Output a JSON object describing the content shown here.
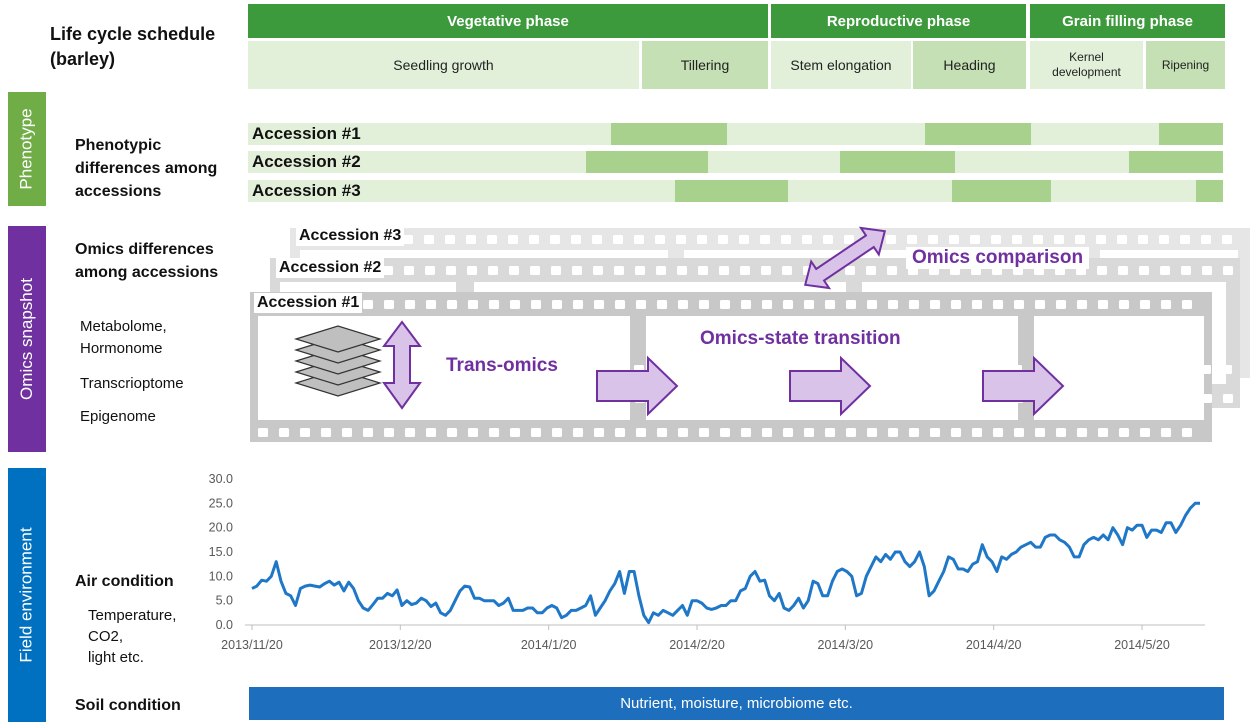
{
  "title": "Life cycle schedule\n(barley)",
  "phases": [
    {
      "label": "Vegetative phase"
    },
    {
      "label": "Reproductive phase"
    },
    {
      "label": "Grain filling phase"
    }
  ],
  "stages": [
    {
      "label": "Seedling growth"
    },
    {
      "label": "Tillering"
    },
    {
      "label": "Stem elongation"
    },
    {
      "label": "Heading"
    },
    {
      "label": "Kernel development"
    },
    {
      "label": "Ripening"
    }
  ],
  "sidebars": {
    "phenotype": "Phenotype",
    "omics": "Omics snapshot",
    "field": "Field environment"
  },
  "phenotype": {
    "label": "Phenotypic differences among accessions",
    "accessions": [
      "Accession #1",
      "Accession #2",
      "Accession #3"
    ]
  },
  "omics": {
    "label": "Omics differences among accessions",
    "layers": [
      "Metabolome, Hormonome",
      "Transcrioptome",
      "Epigenome"
    ],
    "accessions": [
      "Accession #3",
      "Accession #2",
      "Accession #1"
    ],
    "trans_omics": "Trans-omics",
    "state_transition": "Omics-state transition",
    "comparison": "Omics comparison"
  },
  "field": {
    "air_label": "Air condition",
    "air_detail": "Temperature,\nCO2,\nlight etc.",
    "soil_label": "Soil condition",
    "soil_detail": "Nutrient, moisture, microbiome etc."
  },
  "colors": {
    "phase_green": "#3c9a3c",
    "stage_light": "#e2f0d9",
    "stage_mid": "#c5e0b4",
    "accession_dark": "#a9d18e",
    "purple": "#7030a0",
    "blue": "#1d6fbd",
    "phenotype_side": "#70ad47",
    "omics_side": "#7030a0",
    "field_side": "#0070c0"
  },
  "chart_data": {
    "type": "line",
    "series": [
      {
        "values": [
          7.5,
          8,
          9.2,
          9,
          10,
          13,
          9,
          6.5,
          6,
          4,
          7.5,
          8,
          8.2,
          8,
          7.8,
          8.5,
          9,
          8.2,
          8.8,
          7,
          8.8,
          7.5,
          5,
          3.5,
          3,
          4.2,
          5.5,
          5.5,
          6.5,
          6,
          7.2,
          4,
          5,
          4.2,
          4.5,
          5.5,
          5,
          3.8,
          4.5,
          2.5,
          2,
          3,
          5,
          7,
          8,
          7.8,
          5.5,
          5.5,
          5,
          5,
          5,
          4,
          4.5,
          5.5,
          3,
          3,
          3,
          3.5,
          3.5,
          2.5,
          2.5,
          3.5,
          4,
          3.5,
          1.5,
          2,
          3,
          3,
          3.5,
          4,
          6,
          2,
          3.5,
          5,
          7,
          8.5,
          11,
          6.5,
          11,
          11,
          6,
          2,
          0.5,
          2.5,
          2,
          3,
          2.5,
          2,
          3,
          4,
          2,
          5,
          5,
          4.5,
          3.5,
          3.2,
          3.5,
          4,
          4,
          5,
          5,
          7,
          7.5,
          10,
          11,
          9,
          9.2,
          6,
          5,
          6.5,
          3.5,
          3,
          4,
          5.5,
          3.5,
          5,
          9,
          8.5,
          6,
          6,
          9,
          11,
          11.5,
          11,
          10,
          6,
          6.5,
          10,
          12,
          14,
          13,
          14.5,
          13.5,
          15,
          15,
          13,
          12,
          13,
          15,
          12,
          6,
          7,
          9,
          11,
          14,
          13.5,
          11.5,
          11.5,
          11,
          12.5,
          13,
          16.5,
          14,
          13,
          11,
          14,
          13.5,
          14.5,
          15,
          16,
          16.5,
          17,
          16,
          16,
          18,
          18.5,
          18.5,
          17.5,
          17,
          16,
          14,
          14,
          16.5,
          17.5,
          18,
          17.5,
          18.5,
          17.5,
          20,
          18.5,
          16.5,
          20,
          19.5,
          20.5,
          20.5,
          18,
          19.5,
          19.5,
          19,
          21,
          21,
          19,
          20.5,
          22.5,
          24,
          25,
          25
        ]
      }
    ],
    "x_ticks": [
      "2013/11/20",
      "2013/12/20",
      "2014/1/20",
      "2014/2/20",
      "2014/3/20",
      "2014/4/20",
      "2014/5/20"
    ],
    "y_ticks": [
      "0.0",
      "5.0",
      "10.0",
      "15.0",
      "20.0",
      "25.0",
      "30.0"
    ],
    "ylim": [
      0,
      30
    ],
    "xlabel": "",
    "ylabel": "",
    "grid": false
  }
}
